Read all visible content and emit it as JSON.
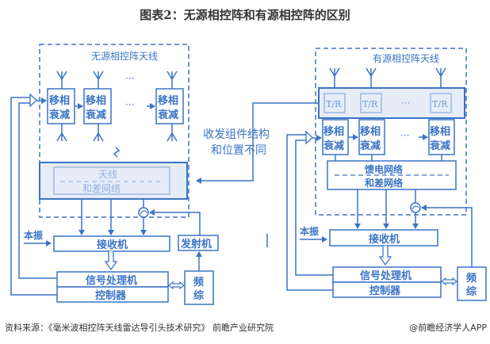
{
  "title": "图表2：无源相控阵和有源相控阵的区别",
  "colors": {
    "line": "#3a74c6",
    "fill_light": "#e6edf8",
    "text": "#3a74c6",
    "dark_text": "#333333"
  },
  "passive": {
    "label": "无源相控阵天线",
    "phase_shifter": [
      "移相",
      "衰减"
    ],
    "ellipsis": "···",
    "network": [
      "天线",
      "和差网络"
    ],
    "local_osc": "本振",
    "receiver": "接收机",
    "transmitter": "发射机",
    "signal_processor": "信号处理机",
    "controller": "控制器",
    "freq_synth": [
      "频",
      "综"
    ]
  },
  "middle_note": [
    "收发组件结构",
    "和位置不同"
  ],
  "active": {
    "label": "有源相控阵天线",
    "tr": "T/R",
    "phase_shifter": [
      "移相",
      "衰减"
    ],
    "ellipsis": "···",
    "network": [
      "馈电网络",
      "和差网络"
    ],
    "local_osc": "本振",
    "receiver": "接收机",
    "signal_processor": "信号处理机",
    "controller": "控制器",
    "freq_synth": [
      "频",
      "综"
    ]
  },
  "footer": {
    "source": "资料来源：《毫米波相控阵天线雷达导引头技术研究》 前瞻产业研究院",
    "app": "@前瞻经济学人APP"
  }
}
